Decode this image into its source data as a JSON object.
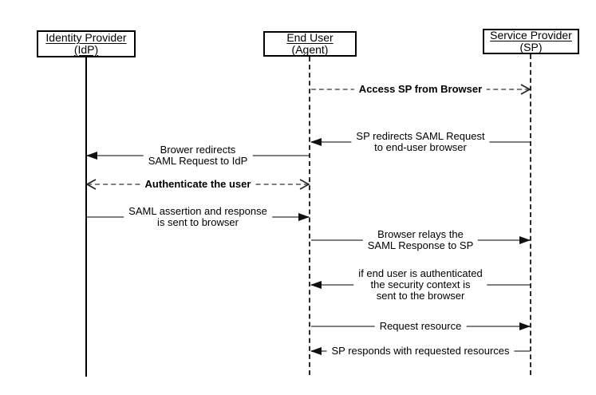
{
  "diagram": {
    "type": "sequence",
    "colors": {
      "background": "#ffffff",
      "box_border": "#000000",
      "lifeline": "#000000",
      "message_line": "#7f7f7f",
      "arrowhead": "#111111",
      "text": "#000000"
    },
    "actors": [
      {
        "id": "idp",
        "name": [
          "Identity Provider",
          "(IdP)"
        ],
        "lifeline": "solid"
      },
      {
        "id": "end-user",
        "name": [
          "End User",
          "(Agent)"
        ],
        "lifeline": "dashed"
      },
      {
        "id": "sp",
        "name": [
          "Service Provider",
          "(SP)"
        ],
        "lifeline": "dashed"
      }
    ],
    "messages": [
      {
        "from": "end-user",
        "to": "sp",
        "direction": "right",
        "line_style": "dashed",
        "arrowhead": "open",
        "bold": true,
        "lines": [
          "Access SP from Browser"
        ]
      },
      {
        "from": "sp",
        "to": "end-user",
        "direction": "left",
        "line_style": "solid",
        "arrowhead": "filled",
        "bold": false,
        "lines": [
          "SP redirects SAML Request",
          "to end-user browser"
        ]
      },
      {
        "from": "end-user",
        "to": "idp",
        "direction": "left",
        "line_style": "solid",
        "arrowhead": "filled",
        "bold": false,
        "lines": [
          "Brower redirects",
          "SAML Request to IdP"
        ]
      },
      {
        "from": "idp",
        "to": "end-user",
        "direction": "both",
        "line_style": "dashed",
        "arrowhead": "open",
        "bold": true,
        "lines": [
          "Authenticate the user"
        ]
      },
      {
        "from": "idp",
        "to": "end-user",
        "direction": "right",
        "line_style": "solid",
        "arrowhead": "filled",
        "bold": false,
        "lines": [
          "SAML assertion and response",
          "is sent to browser"
        ]
      },
      {
        "from": "end-user",
        "to": "sp",
        "direction": "right",
        "line_style": "solid",
        "arrowhead": "filled",
        "bold": false,
        "lines": [
          "Browser relays the",
          "SAML Response to SP"
        ]
      },
      {
        "from": "sp",
        "to": "end-user",
        "direction": "left",
        "line_style": "solid",
        "arrowhead": "filled",
        "bold": false,
        "lines": [
          "if end user is authenticated",
          "the security context is",
          "sent to the browser"
        ]
      },
      {
        "from": "end-user",
        "to": "sp",
        "direction": "right",
        "line_style": "solid",
        "arrowhead": "filled",
        "bold": false,
        "lines": [
          "Request resource"
        ]
      },
      {
        "from": "sp",
        "to": "end-user",
        "direction": "left",
        "line_style": "solid",
        "arrowhead": "filled",
        "bold": false,
        "lines": [
          "SP responds with requested resources"
        ]
      }
    ]
  }
}
